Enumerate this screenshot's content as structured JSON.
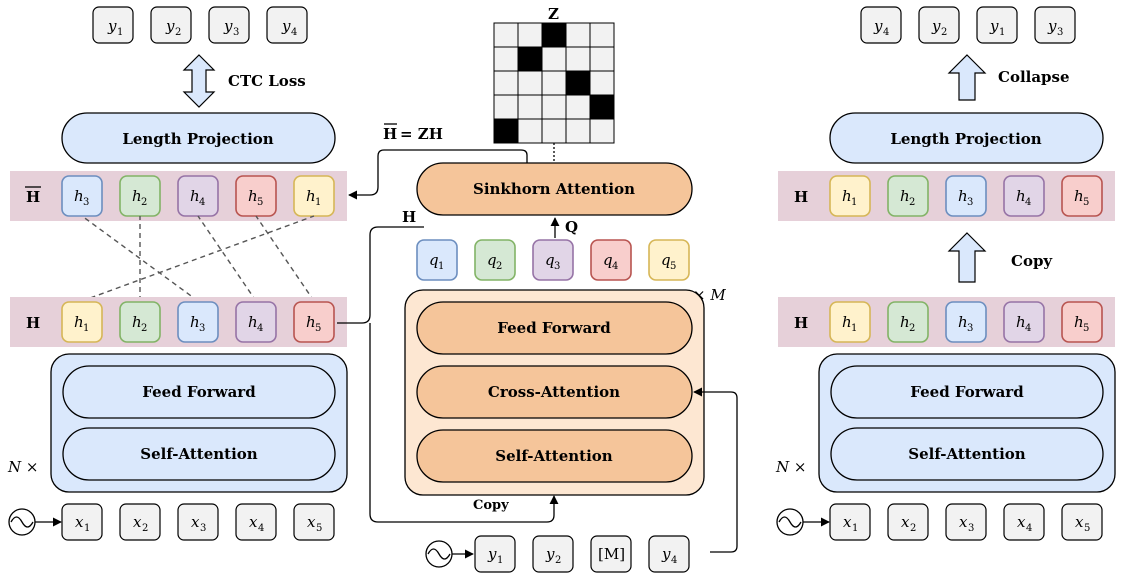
{
  "colors": {
    "blue_fill": "#dae8fc",
    "blue_stroke": "#6c8ebf",
    "green_fill": "#d5e8d4",
    "green_stroke": "#82b366",
    "purple_fill": "#e1d5e7",
    "purple_stroke": "#9673a6",
    "red_fill": "#f8cecc",
    "red_stroke": "#b85450",
    "yellow_fill": "#fff2cc",
    "yellow_stroke": "#d6b656",
    "orange_fill": "#f5c59a",
    "orange_light": "#fde7d2",
    "pink_band": "#e6d0d9"
  },
  "left": {
    "outputs": [
      "y",
      "y",
      "y",
      "y"
    ],
    "output_subs": [
      "1",
      "2",
      "3",
      "4"
    ],
    "loss_label": "CTC Loss",
    "length_projection": "Length Projection",
    "hbar_label": "H",
    "hbar_tokens": [
      [
        "h",
        "3"
      ],
      [
        "h",
        "2"
      ],
      [
        "h",
        "4"
      ],
      [
        "h",
        "5"
      ],
      [
        "h",
        "1"
      ]
    ],
    "h_label": "H",
    "h_tokens": [
      [
        "h",
        "1"
      ],
      [
        "h",
        "2"
      ],
      [
        "h",
        "3"
      ],
      [
        "h",
        "4"
      ],
      [
        "h",
        "5"
      ]
    ],
    "feed_forward": "Feed Forward",
    "self_attention": "Self-Attention",
    "repeat_label": "N ×",
    "inputs": [
      [
        "x",
        "1"
      ],
      [
        "x",
        "2"
      ],
      [
        "x",
        "3"
      ],
      [
        "x",
        "4"
      ],
      [
        "x",
        "5"
      ]
    ]
  },
  "middle": {
    "z_label": "Z",
    "equation_lhs": "H",
    "equation_rhs": "= ZH",
    "sinkhorn": "Sinkhorn Attention",
    "h_label": "H",
    "q_label": "Q",
    "queries": [
      [
        "q",
        "1"
      ],
      [
        "q",
        "2"
      ],
      [
        "q",
        "3"
      ],
      [
        "q",
        "4"
      ],
      [
        "q",
        "5"
      ]
    ],
    "repeat_label": "× M",
    "feed_forward": "Feed Forward",
    "cross_attention": "Cross-Attention",
    "self_attention": "Self-Attention",
    "copy_label": "Copy",
    "inputs": [
      [
        "y",
        "1"
      ],
      [
        "y",
        "2"
      ],
      [
        "[M]",
        ""
      ],
      [
        "y",
        "4"
      ]
    ]
  },
  "right": {
    "outputs": [
      [
        "y",
        "4"
      ],
      [
        "y",
        "2"
      ],
      [
        "y",
        "1"
      ],
      [
        "y",
        "3"
      ]
    ],
    "collapse_label": "Collapse",
    "length_projection": "Length Projection",
    "top_h_label": "H",
    "top_h_tokens": [
      [
        "h",
        "1"
      ],
      [
        "h",
        "2"
      ],
      [
        "h",
        "3"
      ],
      [
        "h",
        "4"
      ],
      [
        "h",
        "5"
      ]
    ],
    "copy_label": "Copy",
    "h_label": "H",
    "h_tokens": [
      [
        "h",
        "1"
      ],
      [
        "h",
        "2"
      ],
      [
        "h",
        "3"
      ],
      [
        "h",
        "4"
      ],
      [
        "h",
        "5"
      ]
    ],
    "feed_forward": "Feed Forward",
    "self_attention": "Self-Attention",
    "repeat_label": "N ×",
    "inputs": [
      [
        "x",
        "1"
      ],
      [
        "x",
        "2"
      ],
      [
        "x",
        "3"
      ],
      [
        "x",
        "4"
      ],
      [
        "x",
        "5"
      ]
    ]
  }
}
